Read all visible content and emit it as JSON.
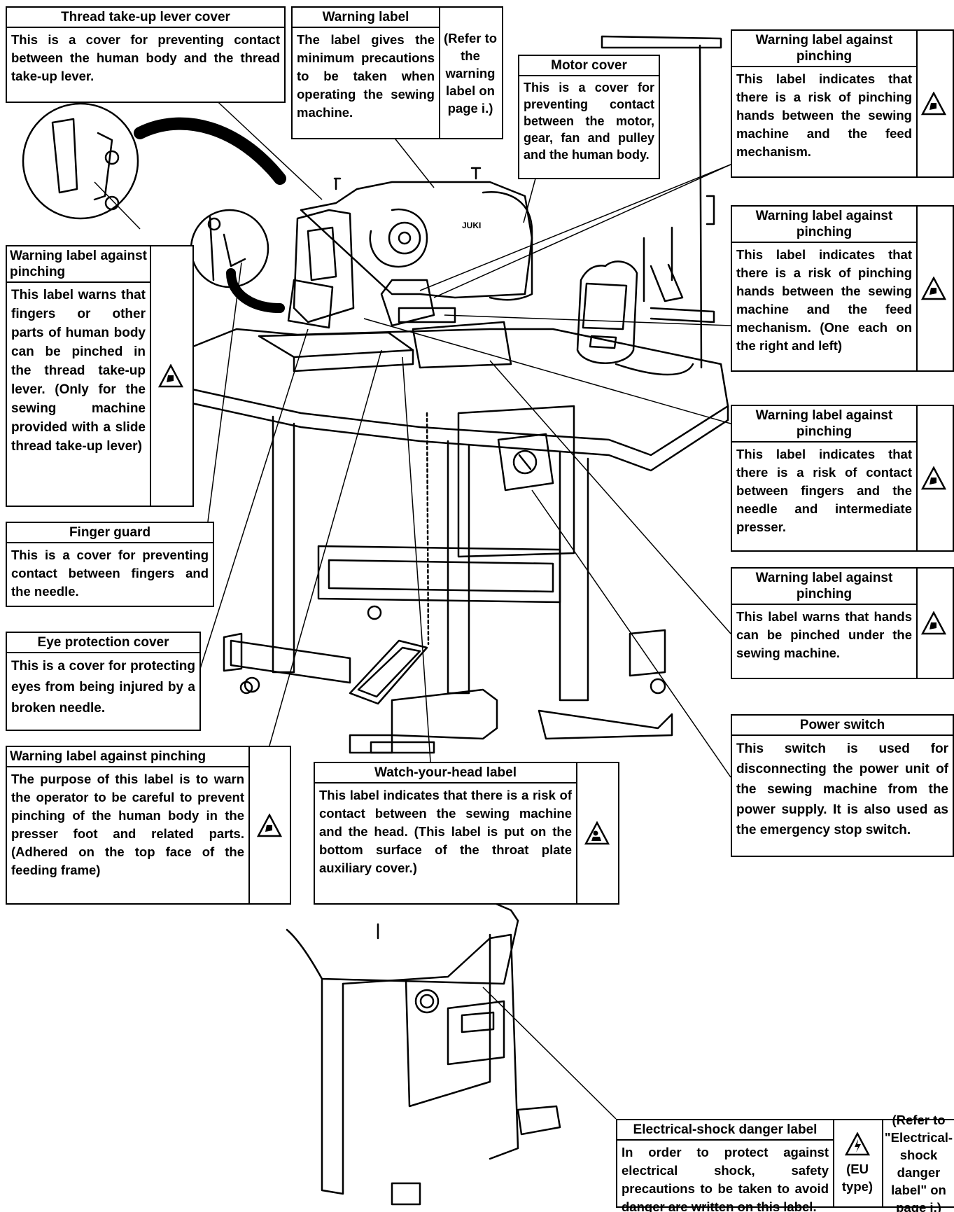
{
  "labels": {
    "thread_takeup_cover": {
      "title": "Thread take-up lever cover",
      "text": "This is a cover for preventing contact between the human body and the thread take-up lever."
    },
    "warning_label": {
      "title": "Warning label",
      "text": "The label gives the minimum precautions to be taken when operating the sewing machine.",
      "ref": "(Refer to the warning label on page i.)"
    },
    "motor_cover": {
      "title": "Motor cover",
      "text": "This is a cover for preventing contact between the motor, gear, fan and pulley and the human body."
    },
    "pinch_right_1": {
      "title": "Warning label against pinching",
      "text": "This label indicates that there is a risk of pinching hands between the sewing machine and the feed mechanism."
    },
    "pinch_right_2": {
      "title": "Warning label against pinching",
      "text": "This label indicates that there is a risk of pinching hands between the sewing machine and the feed mechanism. (One each on the right and left)"
    },
    "pinch_left": {
      "title": "Warning label against pinching",
      "text": "This label warns that fingers or other parts of human body can be pinched in the thread take-up lever. (Only for the sewing machine provided with a slide thread take-up lever)"
    },
    "pinch_right_3": {
      "title": "Warning label against pinching",
      "text": "This label indicates that there is a risk of contact between fingers and the needle and intermediate presser."
    },
    "finger_guard": {
      "title": "Finger guard",
      "text": "This is a cover for preventing contact between fingers and the needle."
    },
    "pinch_right_4": {
      "title": "Warning label against pinching",
      "text": "This label warns that hands can be pinched under the sewing machine."
    },
    "eye_protection": {
      "title": "Eye protection cover",
      "text": "This is a cover for protecting eyes from being injured by a broken needle."
    },
    "power_switch": {
      "title": "Power switch",
      "text": "This switch is used for disconnecting the power unit of the sewing machine from the power supply. It is also used as the emergency stop switch."
    },
    "pinch_bottom": {
      "title": "Warning label against pinching",
      "text": "The purpose of this label is to warn the operator to be careful to prevent pinching of the human body in the presser foot and related parts. (Adhered on the top face of the feeding frame)"
    },
    "watch_head": {
      "title": "Watch-your-head label",
      "text": "This label indicates that there is a risk of contact between the sewing machine and the head. (This label is put on the bottom surface of the throat plate auxiliary cover.)"
    },
    "electrical": {
      "title": "Electrical-shock danger label",
      "text": "In order to protect against electrical shock, safety precautions to be taken to avoid danger are written on this label.",
      "eu": "(EU type)",
      "ref": "(Refer to \"Electrical-shock danger label\" on page i.)"
    }
  },
  "machine_brand": "JUKI"
}
